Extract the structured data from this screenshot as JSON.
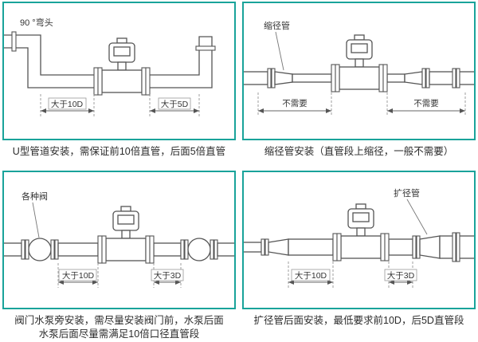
{
  "page": {
    "background": "#ffffff"
  },
  "colors": {
    "panel_border": "#19a39a",
    "drawing_line": "#555555",
    "caption_text": "#2b2b2b"
  },
  "panels": [
    {
      "id": "u-type-installation",
      "labels": {
        "part": "90 °弯头",
        "dim_left": "大于10D",
        "dim_right": "大于5D"
      },
      "caption_lines": [
        "U型管道安装，需保证前10倍直管，后面5倍直管"
      ]
    },
    {
      "id": "reducer-installation",
      "labels": {
        "part": "缩径管",
        "dim_left": "不需要",
        "dim_right": "不需要"
      },
      "caption_lines": [
        "缩径管安装（直管段上缩径，一般不需要）"
      ]
    },
    {
      "id": "valve-pump-installation",
      "labels": {
        "part": "各种阀",
        "dim_left": "大于10D",
        "dim_right": "大于3D"
      },
      "caption_lines": [
        "阀门水泵旁安装，需尽量安装阀门前，水泵后面",
        "水泵后面尽量需满足10倍口径直管段"
      ]
    },
    {
      "id": "expander-installation",
      "labels": {
        "part": "扩径管",
        "dim_left": "大于10D",
        "dim_right": "大于3D"
      },
      "caption_lines": [
        "扩径管后面安装，最低要求前10D，后5D直管段"
      ]
    }
  ]
}
